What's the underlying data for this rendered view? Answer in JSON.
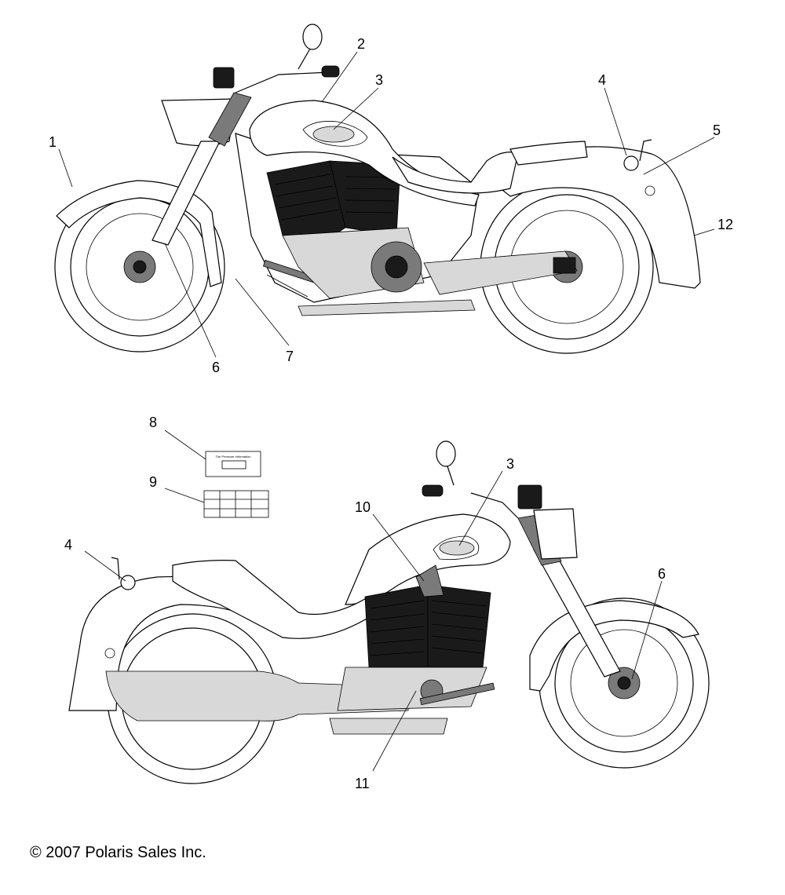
{
  "callouts": {
    "c1": "1",
    "c2": "2",
    "c3a": "3",
    "c4a": "4",
    "c5": "5",
    "c12": "12",
    "c6a": "6",
    "c7": "7",
    "c8": "8",
    "c9": "9",
    "c3b": "3",
    "c10": "10",
    "c4b": "4",
    "c6b": "6",
    "c11": "11"
  },
  "decal8": {
    "title": "Tire Pressure Information"
  },
  "footer": {
    "copyright": "© 2007 Polaris Sales Inc."
  }
}
